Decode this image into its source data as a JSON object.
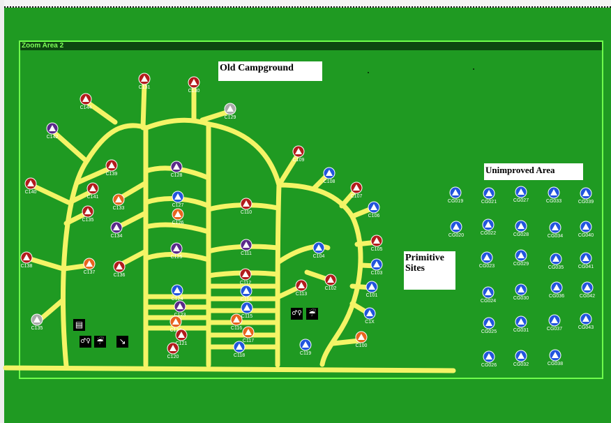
{
  "zoom_area_title": "Zoom Area 2",
  "labels": {
    "old_campground": "Old Campground",
    "unimproved_area": "Unimproved Area",
    "primitive_sites": "Primitive Sites"
  },
  "colors": {
    "background": "#1f9a22",
    "road": "#f4f466",
    "frame": "#6fff4c",
    "site_red": "#b21c1c",
    "site_blue": "#2255dd",
    "site_purple": "#5a2a8a",
    "site_orange": "#e8641e",
    "site_gray": "#aaaaaa"
  },
  "icon_legend": {
    "red": "tent-site-icon",
    "blue": "tent-site-icon",
    "purple": "rv-site-icon",
    "orange": "cabin-site-icon",
    "gray": "group-site-icon"
  },
  "facilities": [
    {
      "icon": "restroom-icon"
    },
    {
      "icon": "shower-icon"
    },
    {
      "icon": "dump-station-icon"
    },
    {
      "icon": "restroom-icon"
    },
    {
      "icon": "shower-icon"
    },
    {
      "icon": "camp-store-icon"
    }
  ],
  "sites": [
    {
      "id": "C131",
      "type": "red"
    },
    {
      "id": "C130",
      "type": "red"
    },
    {
      "id": "C144",
      "type": "red"
    },
    {
      "id": "C129",
      "type": "gray"
    },
    {
      "id": "C142",
      "type": "purple"
    },
    {
      "id": "C140",
      "type": "red"
    },
    {
      "id": "C141",
      "type": "red"
    },
    {
      "id": "C139",
      "type": "red"
    },
    {
      "id": "C135",
      "type": "red"
    },
    {
      "id": "C133",
      "type": "orange"
    },
    {
      "id": "C134",
      "type": "purple"
    },
    {
      "id": "C138",
      "type": "red"
    },
    {
      "id": "C137",
      "type": "orange"
    },
    {
      "id": "C136",
      "type": "red"
    },
    {
      "id": "C135",
      "type": "gray"
    },
    {
      "id": "C128",
      "type": "purple"
    },
    {
      "id": "C127",
      "type": "blue"
    },
    {
      "id": "C126",
      "type": "orange"
    },
    {
      "id": "C125",
      "type": "purple"
    },
    {
      "id": "C124",
      "type": "blue"
    },
    {
      "id": "C123",
      "type": "purple"
    },
    {
      "id": "C122",
      "type": "orange"
    },
    {
      "id": "C121",
      "type": "red"
    },
    {
      "id": "C120",
      "type": "red"
    },
    {
      "id": "C110",
      "type": "red"
    },
    {
      "id": "C111",
      "type": "purple"
    },
    {
      "id": "C112",
      "type": "red"
    },
    {
      "id": "C114",
      "type": "blue"
    },
    {
      "id": "C115",
      "type": "blue"
    },
    {
      "id": "C116",
      "type": "orange"
    },
    {
      "id": "C117",
      "type": "orange"
    },
    {
      "id": "C118",
      "type": "blue"
    },
    {
      "id": "C109",
      "type": "red"
    },
    {
      "id": "C108",
      "type": "blue"
    },
    {
      "id": "C107",
      "type": "red"
    },
    {
      "id": "C106",
      "type": "blue"
    },
    {
      "id": "C105",
      "type": "red"
    },
    {
      "id": "C104",
      "type": "blue"
    },
    {
      "id": "C103",
      "type": "blue"
    },
    {
      "id": "C113",
      "type": "red"
    },
    {
      "id": "C102",
      "type": "red"
    },
    {
      "id": "C101",
      "type": "blue"
    },
    {
      "id": "C1X",
      "type": "blue"
    },
    {
      "id": "C119",
      "type": "blue"
    },
    {
      "id": "C100",
      "type": "orange"
    },
    {
      "id": "CG019",
      "type": "blue"
    },
    {
      "id": "CG021",
      "type": "blue"
    },
    {
      "id": "CG027",
      "type": "blue"
    },
    {
      "id": "CG033",
      "type": "blue"
    },
    {
      "id": "CG039",
      "type": "blue"
    },
    {
      "id": "CG020",
      "type": "blue"
    },
    {
      "id": "CG022",
      "type": "blue"
    },
    {
      "id": "CG028",
      "type": "blue"
    },
    {
      "id": "CG034",
      "type": "blue"
    },
    {
      "id": "CG040",
      "type": "blue"
    },
    {
      "id": "CG023",
      "type": "blue"
    },
    {
      "id": "CG029",
      "type": "blue"
    },
    {
      "id": "CG035",
      "type": "blue"
    },
    {
      "id": "CG041",
      "type": "blue"
    },
    {
      "id": "CG024",
      "type": "blue"
    },
    {
      "id": "CG030",
      "type": "blue"
    },
    {
      "id": "CG036",
      "type": "blue"
    },
    {
      "id": "CG042",
      "type": "blue"
    },
    {
      "id": "CG025",
      "type": "blue"
    },
    {
      "id": "CG031",
      "type": "blue"
    },
    {
      "id": "CG037",
      "type": "blue"
    },
    {
      "id": "CG043",
      "type": "blue"
    },
    {
      "id": "CG026",
      "type": "blue"
    },
    {
      "id": "CG032",
      "type": "blue"
    },
    {
      "id": "CG038",
      "type": "blue"
    }
  ]
}
